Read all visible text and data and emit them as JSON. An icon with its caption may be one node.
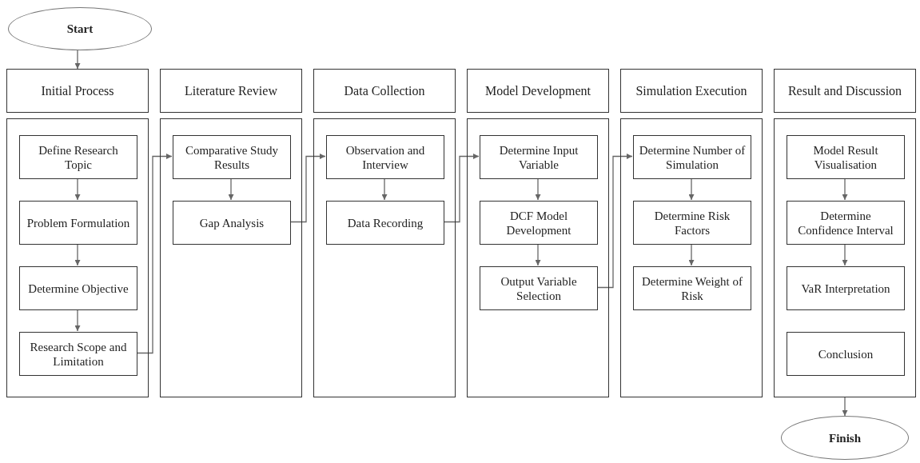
{
  "diagram": {
    "nodes": [
      {
        "text": [
          "Start"
        ]
      },
      {
        "text": [
          "Initial Process"
        ]
      },
      {
        "text": [],
        "shape": "box"
      },
      {
        "text": [
          "Define Research Topic"
        ],
        "in": 2
      },
      {
        "text": [
          "Problem Formulation"
        ],
        "in": 2
      },
      {
        "text": [
          "Determine Objective"
        ],
        "in": 2
      },
      {
        "text": [
          "Research Scope and Limitation"
        ],
        "in": 2
      },
      {
        "text": [
          "Literature Review"
        ]
      },
      {
        "text": [],
        "shape": "box"
      },
      {
        "text": [
          "Comparative Study Results"
        ],
        "in": 8
      },
      {
        "text": [
          "Gap Analysis"
        ],
        "in": 8
      },
      {
        "text": [
          "Data Collection"
        ]
      },
      {
        "text": [],
        "shape": "box"
      },
      {
        "text": [
          "Observation and Interview"
        ],
        "in": 12
      },
      {
        "text": [
          "Data Recording"
        ],
        "in": 12
      },
      {
        "text": [
          "Model Development"
        ]
      },
      {
        "text": [],
        "shape": "box"
      },
      {
        "text": [
          "Determine Input Variable"
        ],
        "in": 16
      },
      {
        "text": [
          "DCF Model Development"
        ],
        "in": 16
      },
      {
        "text": [
          "Output Variable Selection"
        ],
        "in": 16
      },
      {
        "text": [
          "Simulation Execution"
        ]
      },
      {
        "text": [],
        "shape": "box"
      },
      {
        "text": [
          "Determine Number of Simulation"
        ],
        "in": 21
      },
      {
        "text": [
          "Determine Risk Factors"
        ],
        "in": 21
      },
      {
        "text": [
          "Determine Weight of Risk"
        ],
        "in": 21
      },
      {
        "text": [
          "Result and Discussion"
        ]
      },
      {
        "text": [],
        "shape": "box"
      },
      {
        "text": [
          "Model Result Visualisation"
        ],
        "in": 26
      },
      {
        "text": [
          "Determine Confidence Interval"
        ],
        "in": 26
      },
      {
        "text": [
          "VaR Interpretation"
        ],
        "in": 26
      },
      {
        "text": [
          "Conclusion"
        ],
        "in": 26
      },
      {
        "text": [
          "Finish"
        ]
      }
    ],
    "edges": [
      {
        "from": 0,
        "to": 1,
        "arrow": "to"
      },
      {
        "from": 3,
        "to": 4,
        "arrow": "to"
      },
      {
        "from": 4,
        "to": 5,
        "arrow": "to"
      },
      {
        "from": 5,
        "to": 6,
        "arrow": "to"
      },
      {
        "from": 6,
        "to": 9,
        "arrow": "to"
      },
      {
        "from": 9,
        "to": 10,
        "arrow": "to"
      },
      {
        "from": 10,
        "to": 13,
        "arrow": "to"
      },
      {
        "from": 13,
        "to": 14,
        "arrow": "to"
      },
      {
        "from": 14,
        "to": 17,
        "arrow": "to"
      },
      {
        "from": 17,
        "to": 18,
        "arrow": "to"
      },
      {
        "from": 18,
        "to": 19,
        "arrow": "to"
      },
      {
        "from": 19,
        "to": 22,
        "arrow": "to"
      },
      {
        "from": 22,
        "to": 23,
        "arrow": "to"
      },
      {
        "from": 23,
        "to": 24,
        "arrow": "to"
      },
      {
        "from": 27,
        "to": 28,
        "arrow": "to"
      },
      {
        "from": 28,
        "to": 29,
        "arrow": "to"
      },
      {
        "from": 26,
        "to": 31,
        "arrow": "to"
      }
    ]
  }
}
